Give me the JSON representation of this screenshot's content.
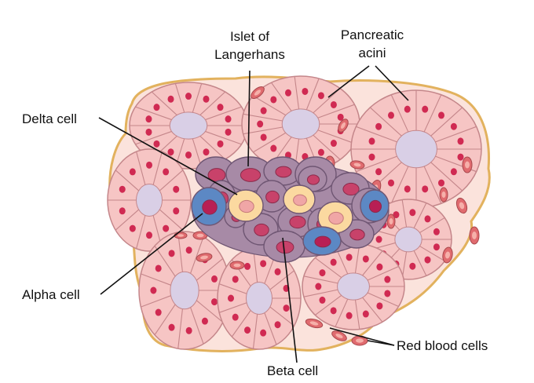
{
  "labels": {
    "islet_line1": "Islet of",
    "islet_line2": "Langerhans",
    "acini_line1": "Pancreatic",
    "acini_line2": "acini",
    "delta": "Delta cell",
    "alpha": "Alpha cell",
    "beta": "Beta cell",
    "rbc": "Red blood cells"
  },
  "colors": {
    "tissue_border": "#e2b25e",
    "stroma": "#fbe3dc",
    "acinus_cell": "#f6c5c4",
    "acinus_cell_edge": "#c4868a",
    "acinus_nucleus": "#d02a52",
    "acinus_lumen": "#d9cfe6",
    "islet_cell": "#a78aa6",
    "islet_cell_edge": "#6f5673",
    "islet_nucleus": "#c8426a",
    "delta_cell": "#fbd9a0",
    "delta_nucleus": "#f0a6a6",
    "alpha_cell": "#5c88c4",
    "alpha_nucleus": "#b81f54",
    "red_blood_cell": "#e06b6f",
    "red_blood_cell_center": "#f6b0aa"
  }
}
